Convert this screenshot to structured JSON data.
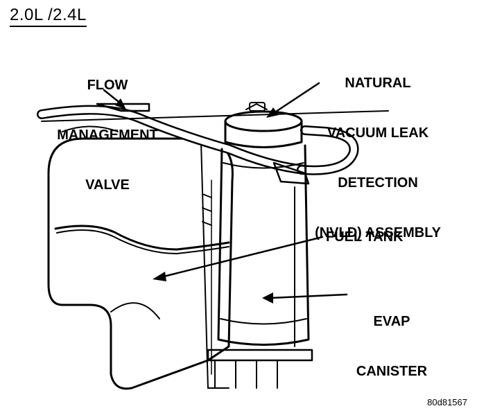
{
  "engine_label": "2.0L /2.4L",
  "labels": {
    "flow_management_valve": [
      "FLOW",
      "MANAGEMENT",
      "VALVE"
    ],
    "nvld_assembly": [
      "NATURAL",
      "VACUUM LEAK",
      "DETECTION",
      "(NVLD) ASSEMBLY"
    ],
    "fuel_tank": "FUEL TANK",
    "evap_canister": [
      "EVAP",
      "CANISTER"
    ]
  },
  "figure_id": "80d81567"
}
